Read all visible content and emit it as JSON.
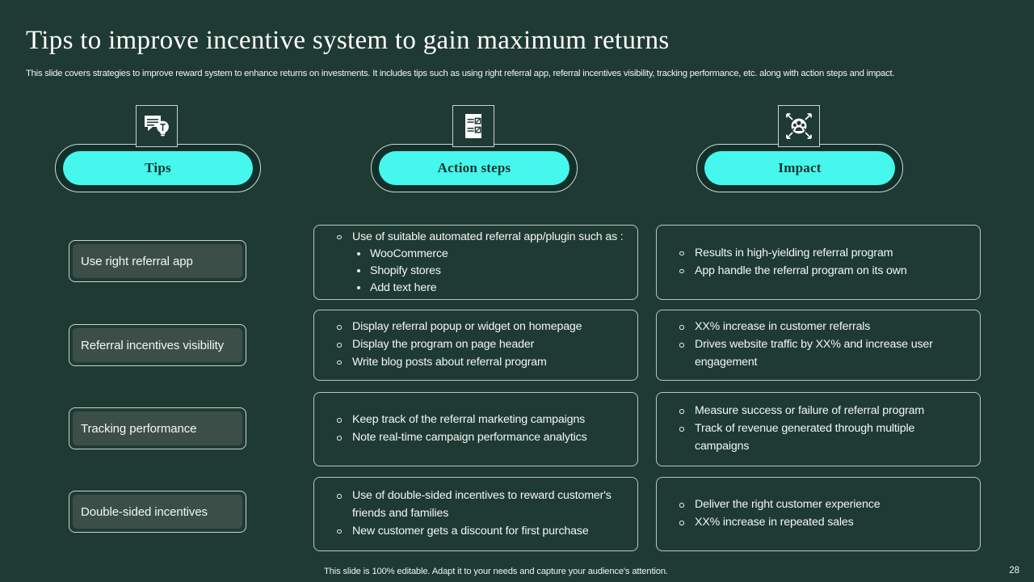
{
  "slide": {
    "title": "Tips to improve incentive system to gain maximum returns",
    "subtitle": "This slide covers strategies to improve reward system to enhance returns on investments. It includes tips such as using right referral app, referral incentives visibility, tracking performance, etc. along with action steps and impact.",
    "background_color": "#1f3a33",
    "accent_color": "#45f7ec",
    "footer_note": "This slide is 100% editable. Adapt it to your needs and capture your audience's attention.",
    "page_number": "28"
  },
  "columns": [
    {
      "label": "Tips",
      "icon": "speech-bubble-lightbulb-icon"
    },
    {
      "label": "Action steps",
      "icon": "checklist-document-icon"
    },
    {
      "label": "Impact",
      "icon": "target-people-arrows-icon"
    }
  ],
  "tips": [
    {
      "label": "Use right referral app"
    },
    {
      "label": "Referral incentives visibility"
    },
    {
      "label": "Tracking performance"
    },
    {
      "label": "Double-sided incentives"
    }
  ],
  "action_steps": [
    {
      "items": [
        "Use of suitable automated referral app/plugin  such as :"
      ],
      "subitems": [
        "WooCommerce",
        "Shopify stores",
        "Add text here"
      ]
    },
    {
      "items": [
        "Display referral popup or widget on homepage",
        "Display the program on page header",
        "Write blog posts about referral program"
      ],
      "subitems": []
    },
    {
      "items": [
        "Keep track of the referral marketing campaigns",
        "Note real-time campaign performance  analytics"
      ],
      "subitems": []
    },
    {
      "items": [
        "Use of double-sided incentives to reward customer's friends and families",
        "New customer gets a discount for first purchase"
      ],
      "subitems": []
    }
  ],
  "impact": [
    {
      "items": [
        "Results in high-yielding  referral program",
        "App handle the referral program on its own"
      ]
    },
    {
      "items": [
        "XX% increase in customer referrals",
        "Drives website traffic by XX% and increase user engagement"
      ]
    },
    {
      "items": [
        "Measure success or failure of referral program",
        "Track of revenue generated through multiple campaigns"
      ]
    },
    {
      "items": [
        "Deliver the right customer experience",
        "XX% increase in repeated sales"
      ]
    }
  ]
}
